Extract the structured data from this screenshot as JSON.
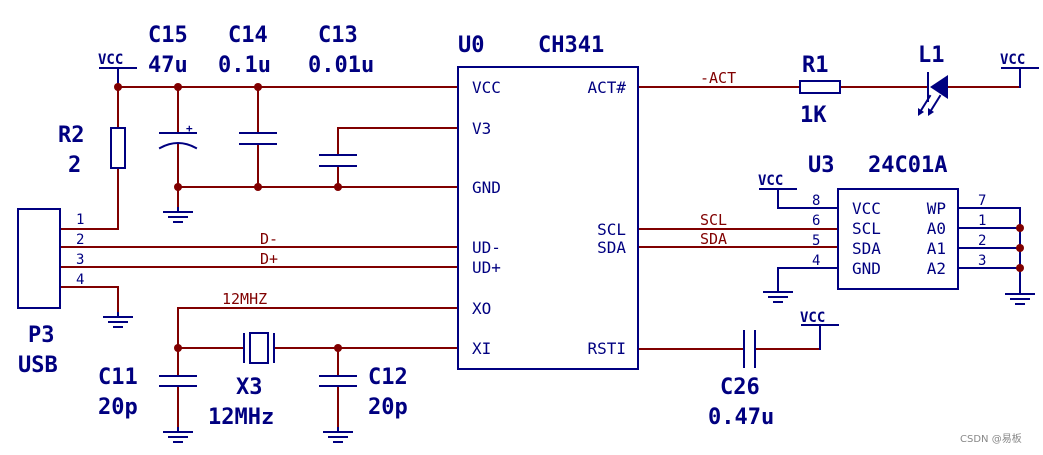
{
  "chip_u0": {
    "ref": "U0",
    "part": "CH341",
    "left_pins": [
      "VCC",
      "V3",
      "GND",
      "UD-",
      "UD+",
      "XO",
      "XI"
    ],
    "right_pins": [
      "ACT#",
      "SCL",
      "SDA",
      "RSTI"
    ]
  },
  "chip_u3": {
    "ref": "U3",
    "part": "24C01A",
    "left_pins": [
      "VCC",
      "SCL",
      "SDA",
      "GND"
    ],
    "right_pins": [
      "WP",
      "A0",
      "A1",
      "A2"
    ],
    "left_pin_numbers": [
      "8",
      "6",
      "5",
      "4"
    ],
    "right_pin_numbers": [
      "7",
      "1",
      "2",
      "3"
    ]
  },
  "components": {
    "c15": {
      "ref": "C15",
      "value": "47u"
    },
    "c14": {
      "ref": "C14",
      "value": "0.1u"
    },
    "c13": {
      "ref": "C13",
      "value": "0.01u"
    },
    "r2": {
      "ref": "R2",
      "value": "2"
    },
    "r1": {
      "ref": "R1",
      "value": "1K"
    },
    "l1": {
      "ref": "L1"
    },
    "c11": {
      "ref": "C11",
      "value": "20p"
    },
    "x3": {
      "ref": "X3",
      "value": "12MHz"
    },
    "c12": {
      "ref": "C12",
      "value": "20p"
    },
    "c26": {
      "ref": "C26",
      "value": "0.47u"
    },
    "p3": {
      "ref": "P3",
      "value": "USB",
      "pin_numbers": [
        "1",
        "2",
        "3",
        "4"
      ]
    }
  },
  "nets": {
    "d_minus": "D-",
    "d_plus": "D+",
    "act": "-ACT",
    "scl": "SCL",
    "sda": "SDA",
    "clk": "12MHZ"
  },
  "power": {
    "vcc": "VCC"
  },
  "watermark": "CSDN @易板",
  "colors": {
    "wire": "#800000",
    "symbol": "#000080",
    "background": "#ffffff"
  }
}
